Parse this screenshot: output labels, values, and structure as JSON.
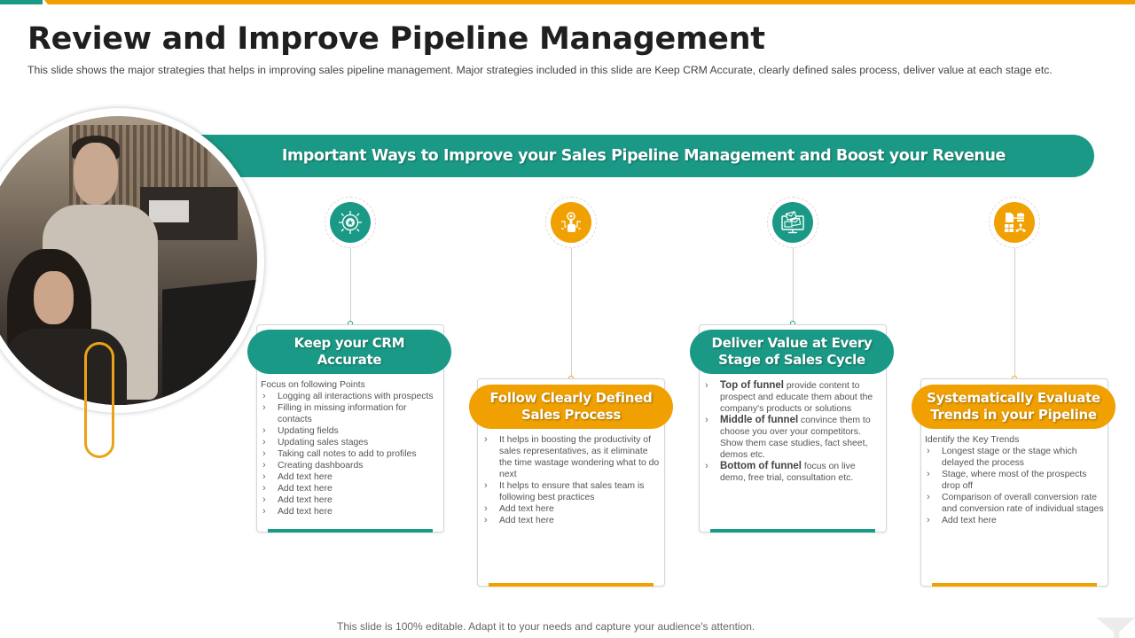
{
  "slide": {
    "title": "Review and Improve Pipeline Management",
    "subtitle": "This slide shows the major strategies that helps in improving  sales pipeline  management. Major strategies included in this slide are Keep CRM Accurate, clearly defined  sales process, deliver  value  at each stage etc.",
    "banner": "Important Ways to Improve your Sales Pipeline Management and Boost your Revenue",
    "footer": "This slide is 100% editable. Adapt it to your needs and capture your audience's attention.",
    "colors": {
      "teal": "#1a9a86",
      "orange": "#f0a000",
      "text": "#1f1f1f"
    }
  },
  "photo": {
    "description": "office-team-photo"
  },
  "strategies": [
    {
      "icon": "target-icon",
      "title": "Keep your CRM Accurate",
      "color": "teal",
      "intro": "Focus on following Points",
      "items": [
        "Logging all interactions with prospects",
        "Filling  in missing information for contacts",
        "Updating  fields",
        "Updating  sales stages",
        "Taking call notes to add to profiles",
        "Creating dashboards",
        "Add text here",
        "Add text here",
        "Add text here",
        "Add text here"
      ]
    },
    {
      "icon": "process-hand-icon",
      "title": "Follow Clearly Defined Sales Process",
      "color": "orange",
      "items": [
        "It helps in boosting the productivity of sales representatives, as it eliminate the time  wastage wondering what to do next",
        "It helps to ensure that sales team is following best practices",
        "Add text here",
        "Add text here"
      ]
    },
    {
      "icon": "email-monitor-icon",
      "title": "Deliver Value at Every Stage of Sales Cycle",
      "color": "teal",
      "items": [
        {
          "bold": "Top of funnel",
          "text": " provide content to prospect and educate them about the company's products or solutions"
        },
        {
          "bold": "Middle of funnel",
          "text": " convince them to choose you over your competitors. Show them case studies, fact sheet, demos etc."
        },
        {
          "bold": "Bottom of funnel",
          "text": " focus on live demo,  free trial, consultation etc."
        }
      ]
    },
    {
      "icon": "data-analysis-icon",
      "title": "Systematically Evaluate Trends in your Pipeline",
      "color": "orange",
      "intro": "Identify the Key Trends",
      "items": [
        "Longest stage or the stage which delayed the process",
        "Stage,  where most of the prospects drop off",
        "Comparison  of overall conversion rate and conversion rate of individual stages",
        "Add text here"
      ]
    }
  ]
}
